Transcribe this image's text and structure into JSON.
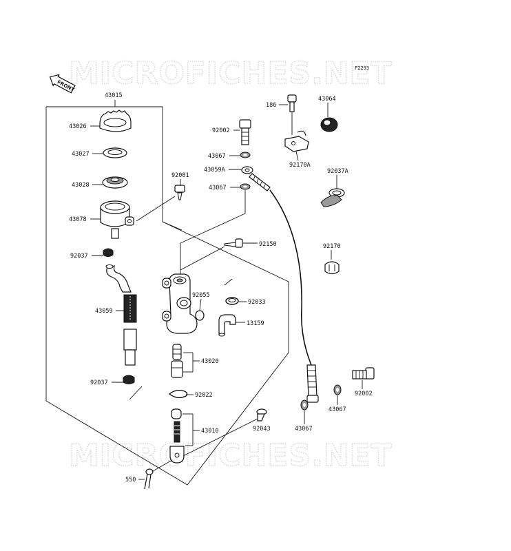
{
  "watermark": "MICROFICHES.NET",
  "figure_code": "F2293",
  "front_label": "FRONT",
  "parts": {
    "p43015": "43015",
    "p43026": "43026",
    "p43027": "43027",
    "p43028": "43028",
    "p43078": "43078",
    "p92037_top": "92037",
    "p43059": "43059",
    "p92037_bottom": "92037",
    "p92001": "92001",
    "p92002_top": "92002",
    "p43067_a": "43067",
    "p43059A": "43059A",
    "p43067_b": "43067",
    "p186": "186",
    "p43064": "43064",
    "p92170A": "92170A",
    "p92037A": "92037A",
    "p92150": "92150",
    "p92170": "92170",
    "p92055": "92055",
    "p92033": "92033",
    "p13159": "13159",
    "p43020": "43020",
    "p92022": "92022",
    "p43010": "43010",
    "p92043": "92043",
    "p550": "550",
    "p92002_bottom": "92002",
    "p43067_c": "43067",
    "p43067_d": "43067"
  }
}
